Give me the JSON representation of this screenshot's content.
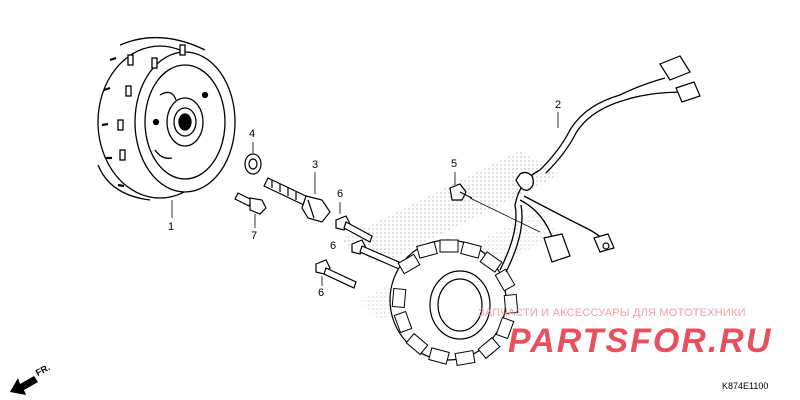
{
  "diagram": {
    "reference_code": "K874E1100",
    "direction_label": "FR.",
    "callouts": {
      "flywheel": "1",
      "stator_harness": "2",
      "shaft_bolt": "3",
      "washer": "4",
      "bolt_top": "5",
      "bolt_a": "6",
      "bolt_b": "6",
      "bolt_c": "6",
      "small_bolt": "7"
    }
  },
  "watermark": {
    "text": "ЗАПЧАСТИ И АКСЕССУАРЫ ДЛЯ МОТОТЕХНИКИ",
    "logo": "PARTSFOR.RU",
    "color": "#e8505f"
  }
}
